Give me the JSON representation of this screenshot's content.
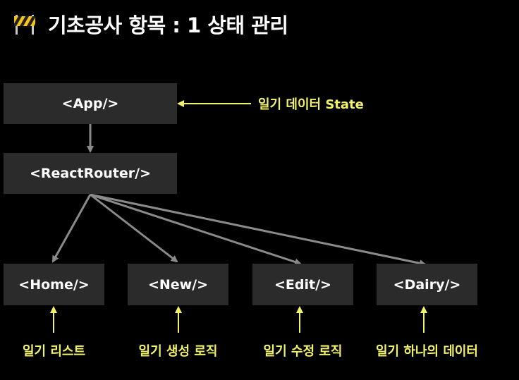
{
  "title": "기초공사 항목 : 1 상태 관리",
  "nodes": {
    "app": "<App/>",
    "router": "<ReactRouter/>",
    "home": "<Home/>",
    "new": "<New/>",
    "edit": "<Edit/>",
    "dairy": "<Dairy/>"
  },
  "annotations": {
    "app": "일기 데이터 State",
    "home": "일기 리스트",
    "new": "일기 생성 로직",
    "edit": "일기 수정 로직",
    "dairy": "일기 하나의 데이터"
  },
  "colors": {
    "background": "#000000",
    "node_fill": "#2b2b2b",
    "node_text": "#ffffff",
    "edge": "#8a8a8a",
    "annotation": "#f2f26a"
  },
  "icons": {
    "title": "construction-barrier-icon"
  }
}
